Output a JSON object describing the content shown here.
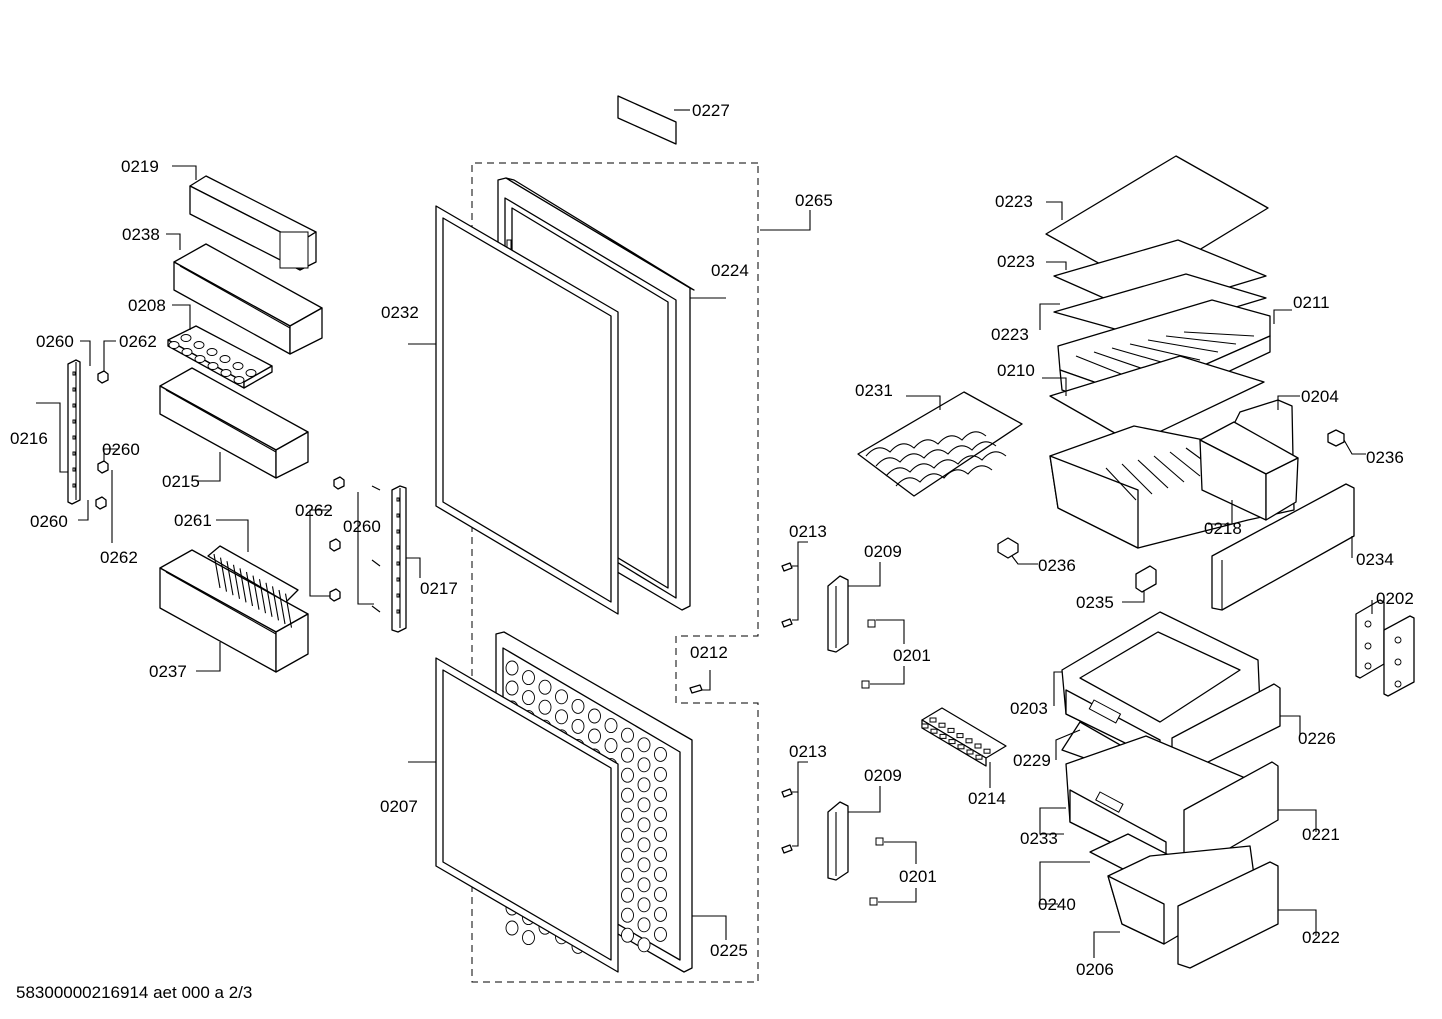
{
  "diagram": {
    "footer": "58300000216914 aet 000 a 2/3",
    "labels": {
      "0227": "0227",
      "0219": "0219",
      "0238": "0238",
      "0208": "0208",
      "0260a": "0260",
      "0262a": "0262",
      "0216": "0216",
      "0260b": "0260",
      "0215": "0215",
      "0260c": "0260",
      "0262b": "0262",
      "0261": "0261",
      "0237": "0237",
      "0262c": "0262",
      "0260d": "0260",
      "0217": "0217",
      "0232": "0232",
      "0224": "0224",
      "0265": "0265",
      "0207": "0207",
      "0225": "0225",
      "0212": "0212",
      "0213a": "0213",
      "0209a": "0209",
      "0201a": "0201",
      "0213b": "0213",
      "0209b": "0209",
      "0201b": "0201",
      "0231": "0231",
      "0223a": "0223",
      "0223b": "0223",
      "0223c": "0223",
      "0211": "0211",
      "0210": "0210",
      "0204": "0204",
      "0236a": "0236",
      "0218": "0218",
      "0236b": "0236",
      "0234": "0234",
      "0235": "0235",
      "0202": "0202",
      "0203": "0203",
      "0226": "0226",
      "0229": "0229",
      "0214": "0214",
      "0233": "0233",
      "0221": "0221",
      "0240": "0240",
      "0222": "0222",
      "0206": "0206"
    }
  }
}
